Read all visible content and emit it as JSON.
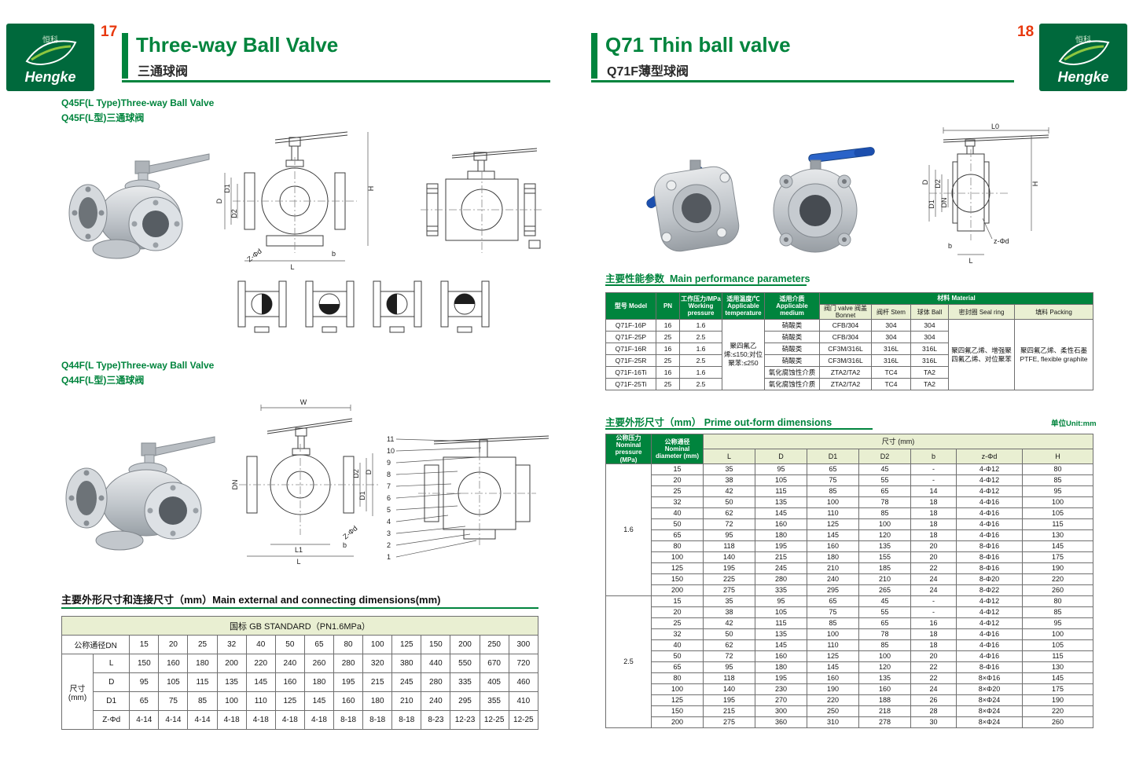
{
  "brand": {
    "name": "Hengke",
    "name_cn": "恒科"
  },
  "left": {
    "page_number": "17",
    "title_en": "Three-way Ball Valve",
    "title_zh": "三通球阀",
    "section1_en": "Q45F(L Type)Three-way Ball Valve",
    "section1_zh": "Q45F(L型)三通球阀",
    "section2_en": "Q44F(L Type)Three-way Ball Valve",
    "section2_zh": "Q44F(L型)三通球阀",
    "table": {
      "caption": "主要外形尺寸和连接尺寸（mm）Main external and connecting dimensions(mm)",
      "standard": "国标 GB STANDARD（PN1.6MPa）",
      "dn_label": "公称通径DN",
      "size_label": "尺寸(mm)",
      "dn": [
        "15",
        "20",
        "25",
        "32",
        "40",
        "50",
        "65",
        "80",
        "100",
        "125",
        "150",
        "200",
        "250",
        "300"
      ],
      "rows": [
        {
          "label": "L",
          "values": [
            "150",
            "160",
            "180",
            "200",
            "220",
            "240",
            "260",
            "280",
            "320",
            "380",
            "440",
            "550",
            "670",
            "720"
          ]
        },
        {
          "label": "D",
          "values": [
            "95",
            "105",
            "115",
            "135",
            "145",
            "160",
            "180",
            "195",
            "215",
            "245",
            "280",
            "335",
            "405",
            "460"
          ]
        },
        {
          "label": "D1",
          "values": [
            "65",
            "75",
            "85",
            "100",
            "110",
            "125",
            "145",
            "160",
            "180",
            "210",
            "240",
            "295",
            "355",
            "410"
          ]
        },
        {
          "label": "Z-Φd",
          "values": [
            "4-14",
            "4-14",
            "4-14",
            "4-18",
            "4-18",
            "4-18",
            "4-18",
            "8-18",
            "8-18",
            "8-18",
            "8-23",
            "12-23",
            "12-25",
            "12-25"
          ]
        }
      ]
    }
  },
  "right": {
    "page_number": "18",
    "title_en": "Q71 Thin ball valve",
    "title_zh": "Q71F薄型球阀",
    "perf": {
      "heading_zh": "主要性能参数",
      "heading_en": "Main performance parameters",
      "col_model": "型号 Model",
      "col_pn": "PN",
      "col_pressure": "工作压力/MPa Working pressure",
      "col_temp": "适用温度/℃ Applicable temperature",
      "col_medium": "适用介质 Applicable medium",
      "col_material": "材料 Material",
      "col_bonnet": "阀门 valve 阀盖 Bonnet",
      "col_stem": "阀杆 Stem",
      "col_ball": "球体 Ball",
      "col_seal": "密封圈 Seal ring",
      "col_packing": "填料 Packing",
      "temp_cell": "聚四氟乙烯:≤150;对位聚苯:≤250",
      "seal_cell": "聚四氟乙烯、增强聚四氟乙烯、对位聚苯",
      "packing_cell": "聚四氟乙烯、柔性石墨 PTFE, flexible graphite",
      "rows": [
        {
          "model": "Q71F-16P",
          "pn": "16",
          "pressure": "1.6",
          "medium": "硝酸类",
          "bonnet": "CFB/304",
          "stem": "304",
          "ball": "304"
        },
        {
          "model": "Q71F-25P",
          "pn": "25",
          "pressure": "2.5",
          "medium": "硝酸类",
          "bonnet": "CFB/304",
          "stem": "304",
          "ball": "304"
        },
        {
          "model": "Q71F-16R",
          "pn": "16",
          "pressure": "1.6",
          "medium": "硝酸类",
          "bonnet": "CF3M/316L",
          "stem": "316L",
          "ball": "316L"
        },
        {
          "model": "Q71F-25R",
          "pn": "25",
          "pressure": "2.5",
          "medium": "硝酸类",
          "bonnet": "CF3M/316L",
          "stem": "316L",
          "ball": "316L"
        },
        {
          "model": "Q71F-16Ti",
          "pn": "16",
          "pressure": "1.6",
          "medium": "氧化腐蚀性介质",
          "bonnet": "ZTA2/TA2",
          "stem": "TC4",
          "ball": "TA2"
        },
        {
          "model": "Q71F-25Ti",
          "pn": "25",
          "pressure": "2.5",
          "medium": "氧化腐蚀性介质",
          "bonnet": "ZTA2/TA2",
          "stem": "TC4",
          "ball": "TA2"
        }
      ]
    },
    "dims": {
      "heading_zh": "主要外形尺寸（mm）",
      "heading_en": "Prime out-form dimensions",
      "unit_note": "单位Unit:mm",
      "col_pressure": "公称压力 Nominal pressure (MPa)",
      "col_diameter": "公称通径 Nominal diameter (mm)",
      "col_size": "尺寸 (mm)",
      "size_cols": [
        "L",
        "D",
        "D1",
        "D2",
        "b",
        "z-Φd",
        "H"
      ],
      "groups": [
        {
          "pressure": "1.6",
          "rows": [
            [
              "15",
              "35",
              "95",
              "65",
              "45",
              "-",
              "4-Φ12",
              "80"
            ],
            [
              "20",
              "38",
              "105",
              "75",
              "55",
              "-",
              "4-Φ12",
              "85"
            ],
            [
              "25",
              "42",
              "115",
              "85",
              "65",
              "14",
              "4-Φ12",
              "95"
            ],
            [
              "32",
              "50",
              "135",
              "100",
              "78",
              "18",
              "4-Φ16",
              "100"
            ],
            [
              "40",
              "62",
              "145",
              "110",
              "85",
              "18",
              "4-Φ16",
              "105"
            ],
            [
              "50",
              "72",
              "160",
              "125",
              "100",
              "18",
              "4-Φ16",
              "115"
            ],
            [
              "65",
              "95",
              "180",
              "145",
              "120",
              "18",
              "4-Φ16",
              "130"
            ],
            [
              "80",
              "118",
              "195",
              "160",
              "135",
              "20",
              "8-Φ16",
              "145"
            ],
            [
              "100",
              "140",
              "215",
              "180",
              "155",
              "20",
              "8-Φ16",
              "175"
            ],
            [
              "125",
              "195",
              "245",
              "210",
              "185",
              "22",
              "8-Φ16",
              "190"
            ],
            [
              "150",
              "225",
              "280",
              "240",
              "210",
              "24",
              "8-Φ20",
              "220"
            ],
            [
              "200",
              "275",
              "335",
              "295",
              "265",
              "24",
              "8-Φ22",
              "260"
            ]
          ]
        },
        {
          "pressure": "2.5",
          "rows": [
            [
              "15",
              "35",
              "95",
              "65",
              "45",
              "-",
              "4-Φ12",
              "80"
            ],
            [
              "20",
              "38",
              "105",
              "75",
              "55",
              "-",
              "4-Φ12",
              "85"
            ],
            [
              "25",
              "42",
              "115",
              "85",
              "65",
              "16",
              "4-Φ12",
              "95"
            ],
            [
              "32",
              "50",
              "135",
              "100",
              "78",
              "18",
              "4-Φ16",
              "100"
            ],
            [
              "40",
              "62",
              "145",
              "110",
              "85",
              "18",
              "4-Φ16",
              "105"
            ],
            [
              "50",
              "72",
              "160",
              "125",
              "100",
              "20",
              "4-Φ16",
              "115"
            ],
            [
              "65",
              "95",
              "180",
              "145",
              "120",
              "22",
              "8-Φ16",
              "130"
            ],
            [
              "80",
              "118",
              "195",
              "160",
              "135",
              "22",
              "8×Φ16",
              "145"
            ],
            [
              "100",
              "140",
              "230",
              "190",
              "160",
              "24",
              "8×Φ20",
              "175"
            ],
            [
              "125",
              "195",
              "270",
              "220",
              "188",
              "26",
              "8×Φ24",
              "190"
            ],
            [
              "150",
              "215",
              "300",
              "250",
              "218",
              "28",
              "8×Φ24",
              "220"
            ],
            [
              "200",
              "275",
              "360",
              "310",
              "278",
              "30",
              "8×Φ24",
              "260"
            ]
          ]
        }
      ]
    }
  },
  "labels": {
    "q45": {
      "H": "H",
      "D": "D",
      "D1": "D1",
      "D2": "D2",
      "L": "L",
      "b": "b",
      "zphid": "Z-Φd"
    },
    "q44": {
      "W": "W",
      "DN": "DN",
      "D2": "D2",
      "D1": "D1",
      "D": "D",
      "L1": "L1",
      "L": "L",
      "b": "b",
      "zphid": "Z-Φd"
    },
    "parts": [
      "11",
      "10",
      "9",
      "8",
      "7",
      "6",
      "5",
      "4",
      "3",
      "2",
      "1"
    ],
    "q71": {
      "L0": "L0",
      "H": "H",
      "D": "D",
      "D1": "D1",
      "D2": "D2",
      "DN": "DN",
      "b": "b",
      "L": "L",
      "zphid": "z-Φd"
    }
  }
}
